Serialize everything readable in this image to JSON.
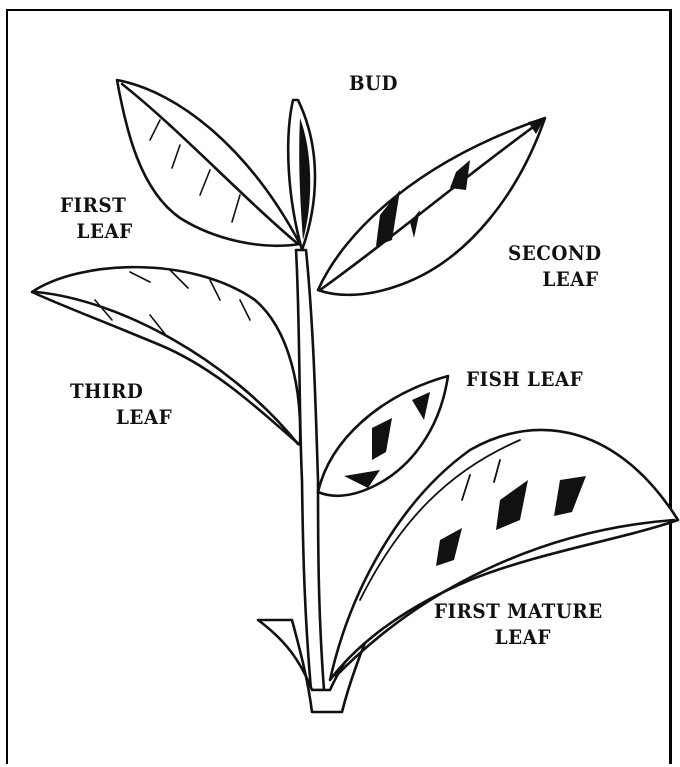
{
  "labels": {
    "bud": "BUD",
    "first_leaf": [
      "FIRST",
      "LEAF"
    ],
    "second_leaf": [
      "SECOND",
      "LEAF"
    ],
    "third_leaf": [
      "THIRD",
      "LEAF"
    ],
    "fish_leaf": "FISH LEAF",
    "first_mature_leaf": [
      "FIRST MATURE",
      "LEAF"
    ]
  },
  "colors": {
    "ink": "#111111",
    "paper": "#ffffff"
  }
}
